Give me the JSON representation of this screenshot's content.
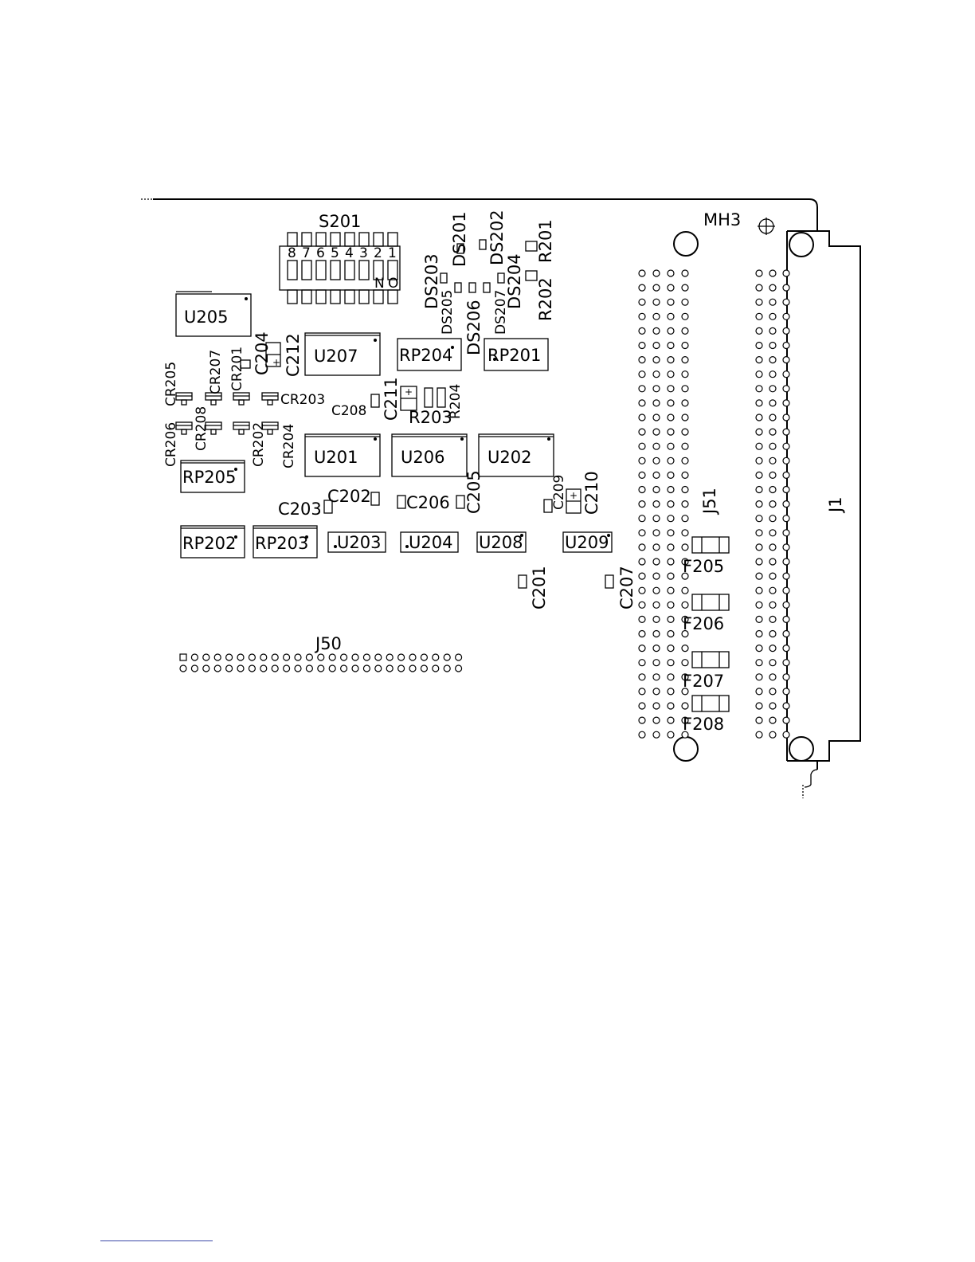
{
  "board": {
    "labels": {
      "s201": "S201",
      "switch_positions": [
        "8",
        "7",
        "6",
        "5",
        "4",
        "3",
        "2",
        "1"
      ],
      "switch_on": "N",
      "switch_off": "O",
      "mh3": "MH3",
      "u205": "U205",
      "u207": "U207",
      "rp204": "RP204",
      "rp201": "RP201",
      "u201": "U201",
      "u206": "U206",
      "u202": "U202",
      "rp205": "RP205",
      "rp202": "RP202",
      "rp203": "RP203",
      "u203": "U203",
      "u204": "U204",
      "u208": "U208",
      "u209": "U209",
      "j50": "J50",
      "j51": "J51",
      "j1": "J1",
      "f205": "F205",
      "f206": "F206",
      "f207": "F207",
      "f208": "F208",
      "ds201": "DS201",
      "ds202": "DS202",
      "ds203": "DS203",
      "ds204": "DS204",
      "ds205": "DS205",
      "ds206": "DS206",
      "ds207": "DS207",
      "r201": "R201",
      "r202": "R202",
      "r203": "R203",
      "r204": "R204",
      "c201": "C201",
      "c202": "C202",
      "c203": "C203",
      "c204": "C204",
      "c205": "C205",
      "c206": "C206",
      "c207": "C207",
      "c208": "C208",
      "c209": "C209",
      "c210": "C210",
      "c211": "C211",
      "c212": "C212",
      "cr201": "CR201",
      "cr202": "CR202",
      "cr203": "CR203",
      "cr204": "CR204",
      "cr205": "CR205",
      "cr206": "CR206",
      "cr207": "CR207",
      "cr208": "CR208"
    },
    "connectors": {
      "j50_pin_columns": 25,
      "j50_pin_rows": 2,
      "j51_pin_columns": 4,
      "j51_pin_rows": 33,
      "j1_pin_columns": 3,
      "j1_pin_rows": 33
    }
  }
}
